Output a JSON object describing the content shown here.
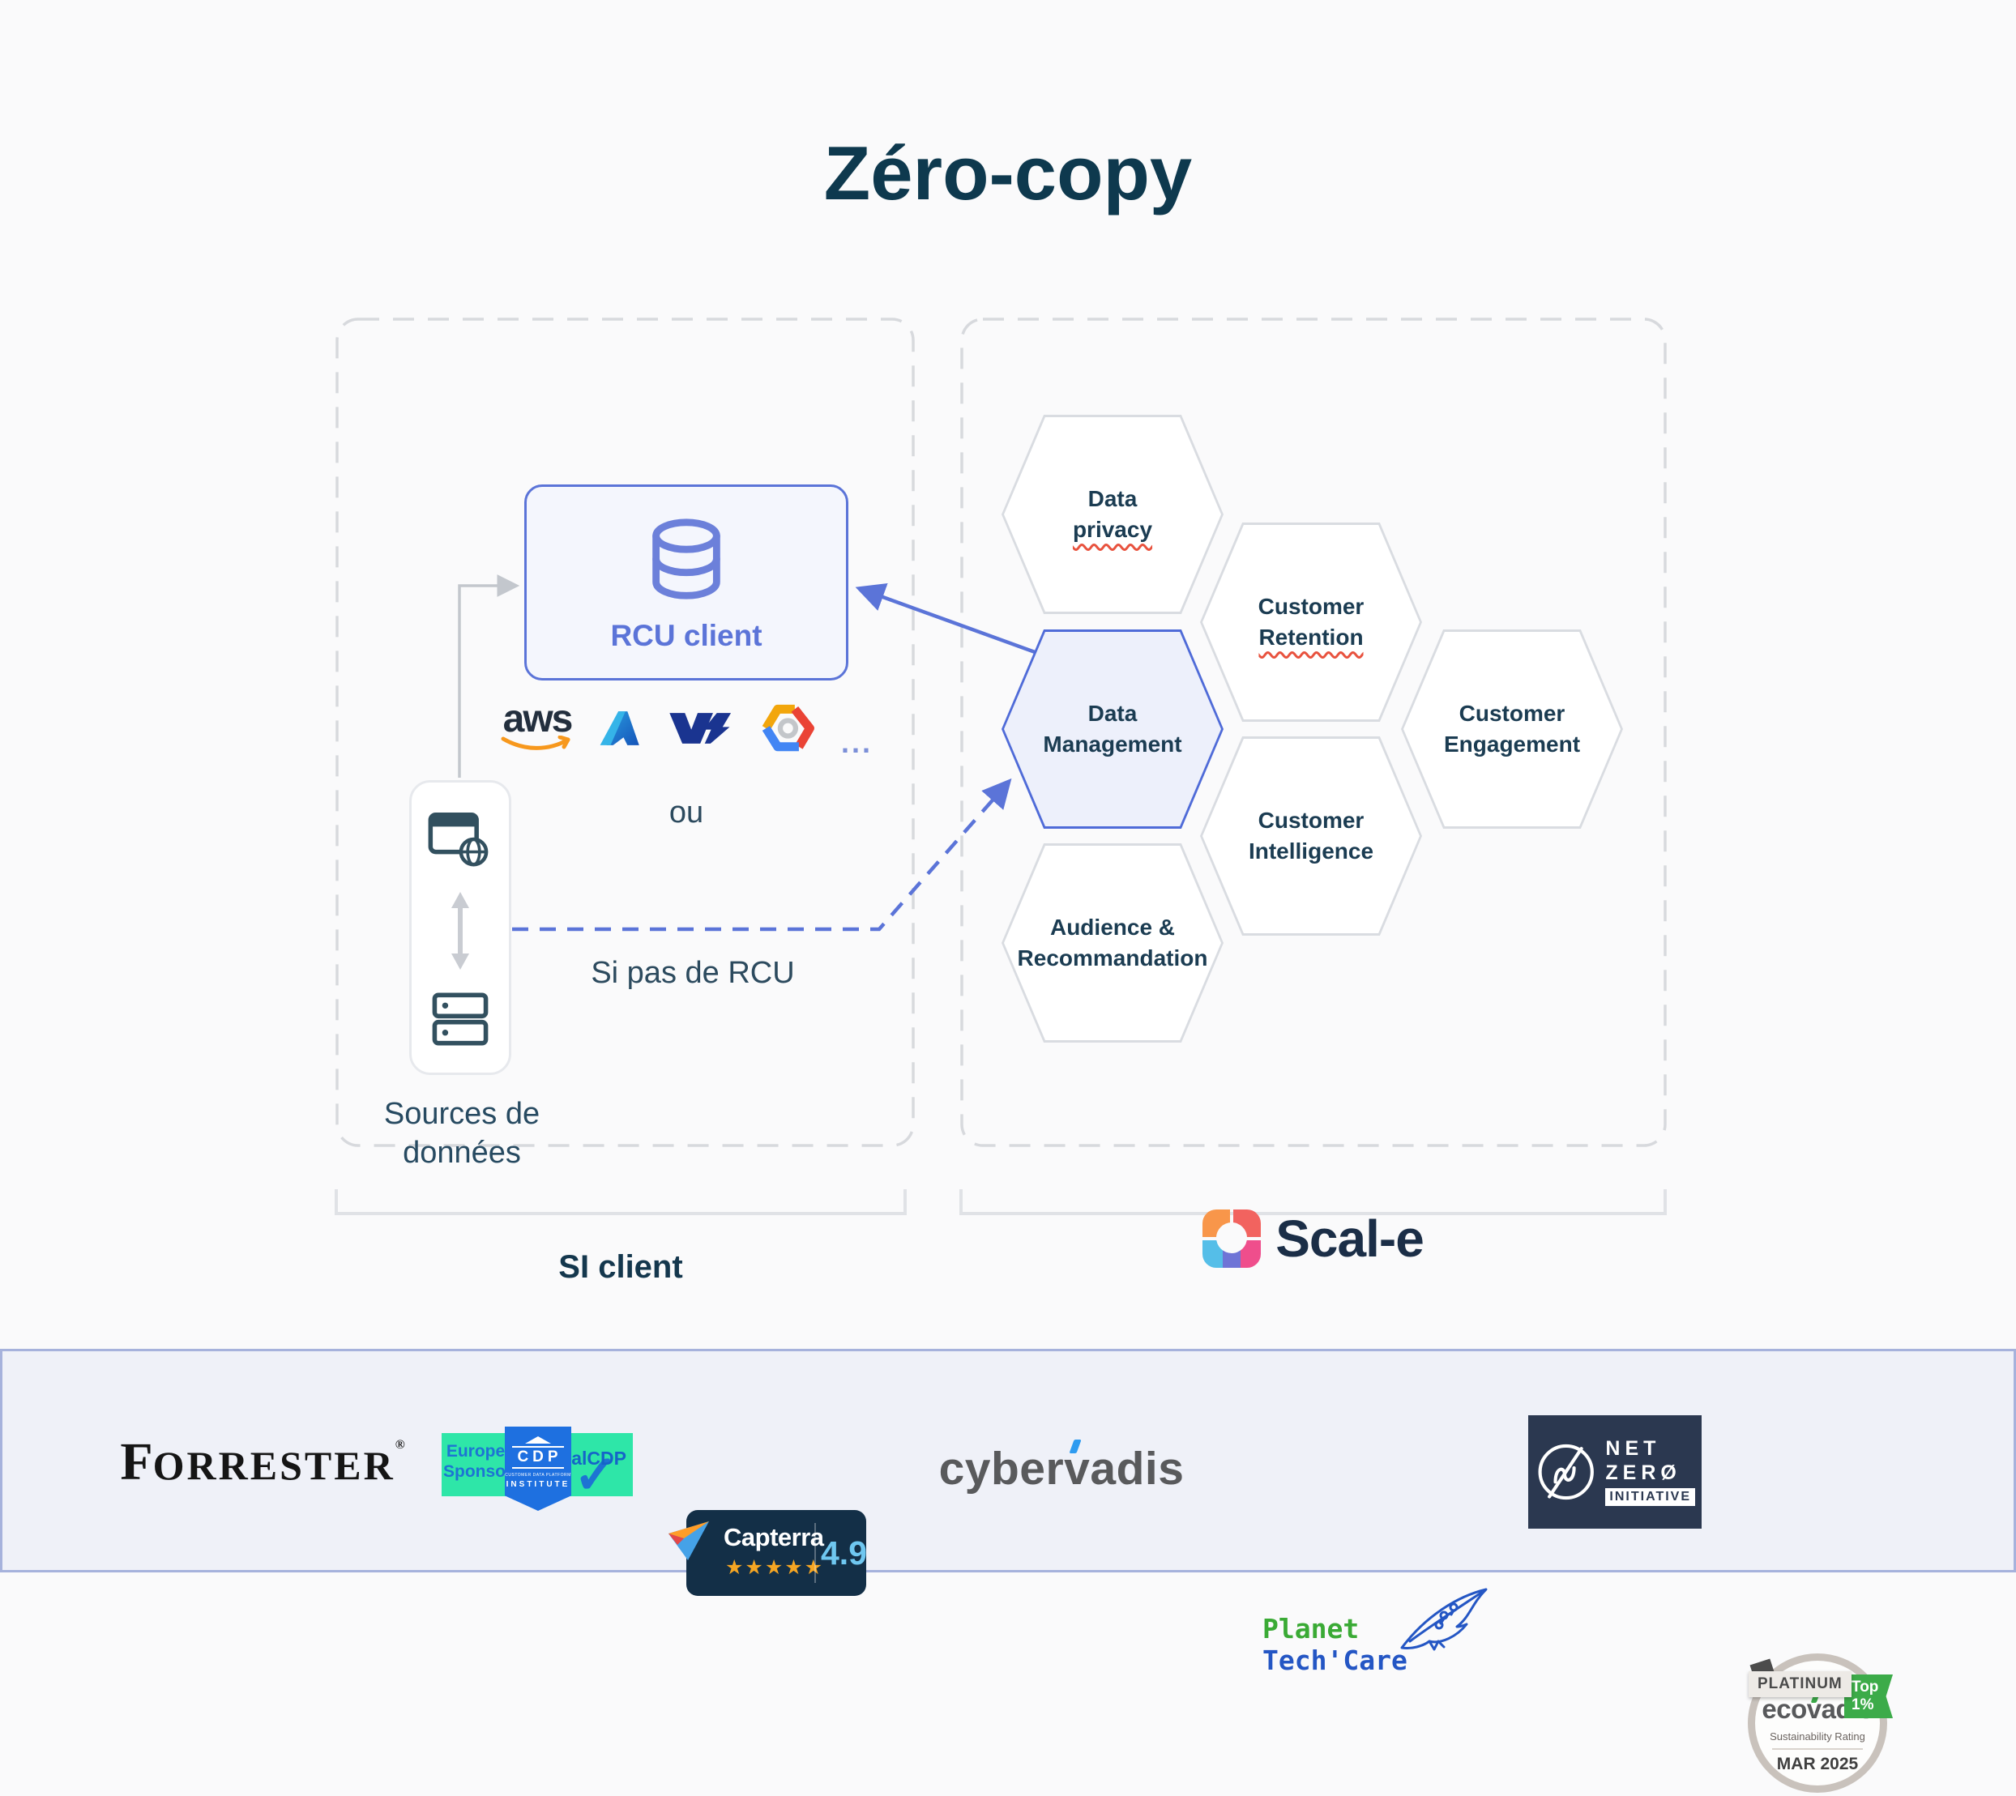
{
  "title": "Zéro-copy",
  "colors": {
    "accent_indigo": "#5b74d8",
    "title_navy": "#0e394e",
    "hex_text_navy": "#1b3c52",
    "hex_highlight_fill": "#edf0fb",
    "hex_highlight_border": "#4f6bd8",
    "misspell_red": "#e8523e",
    "footer_bg": "#eff1f8",
    "footer_border": "#a6b2dc",
    "aws_orange": "#f7981d",
    "capterra_bg": "#132f47",
    "capterra_rating_blue": "#6fc7f0",
    "cdp_green": "#2ee6a8",
    "cdp_blue": "#1d74d3",
    "netzero_bg": "#2b3850",
    "planet_green": "#3aaa35",
    "planet_blue": "#2456c4",
    "ecovadis_green": "#3cab49"
  },
  "left_panel": {
    "panel_label": "SI client",
    "rcu_label": "RCU client",
    "aws_label": "aws",
    "providers_ellipsis": "...",
    "or_label": "ou",
    "no_rcu_label": "Si pas de RCU",
    "sources_line1": "Sources de",
    "sources_line2": "données"
  },
  "right_panel": {
    "brand": "Scal-e",
    "hexagons": [
      {
        "line1": "Data",
        "line2": "privacy"
      },
      {
        "line1": "Customer",
        "line2": "Retention"
      },
      {
        "line1": "Data",
        "line2": "Management"
      },
      {
        "line1": "Customer",
        "line2": "Intelligence"
      },
      {
        "line1": "Customer",
        "line2": "Engagement"
      },
      {
        "line1": "Audience &",
        "line2": "Recommandation"
      }
    ]
  },
  "footer": {
    "forrester": {
      "first": "F",
      "rest": "ORRESTER",
      "reg": "®"
    },
    "cdp": {
      "left_line1": "Europe",
      "left_line2": "Sponsor",
      "center_name": "CDP",
      "center_sub": "CUSTOMER DATA PLATFORM",
      "center_bottom": "INSTITUTE",
      "right": "RealCDP",
      "check": "✓"
    },
    "capterra": {
      "name": "Capterra",
      "stars": "★★★★★",
      "rating": "4.9"
    },
    "cybervadis": {
      "part1": "cyber",
      "part2": "v",
      "part3": "adis"
    },
    "planet": {
      "line1": "Planet",
      "line2": "Tech'Care"
    },
    "netzero": {
      "line1": "NET",
      "line2": "ZERØ",
      "line3": "INITIATIVE"
    },
    "ecovadis": {
      "tier": "PLATINUM",
      "badge": "Top 1%",
      "name_part1": "eco",
      "name_part2": "v",
      "name_part3": "adis",
      "sub": "Sustainability Rating",
      "date": "MAR 2025"
    }
  }
}
